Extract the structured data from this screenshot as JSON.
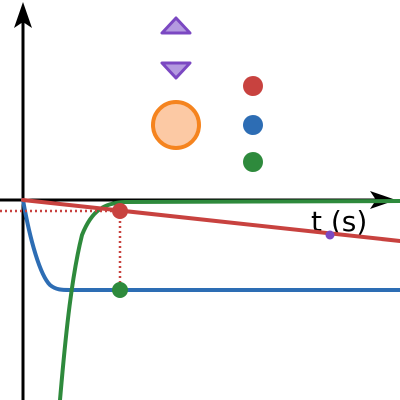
{
  "axis": {
    "t_label": "t (s)"
  },
  "colors": {
    "red": "#c8423f",
    "blue": "#2d6db4",
    "green": "#2e8a3c",
    "purple": "#7b48c2",
    "purple_fill": "#b49ae0",
    "orange": "#f5841f",
    "orange_fill": "#fcc9a4",
    "axis": "#000000",
    "background": "#ffffff"
  },
  "controls": {
    "up_icon": "triangle-up",
    "down_icon": "triangle-down",
    "orange_icon": "large-circle",
    "red_icon": "red-dot",
    "blue_icon": "blue-dot",
    "green_icon": "green-dot",
    "probe_icon": "small-purple-dot"
  }
}
